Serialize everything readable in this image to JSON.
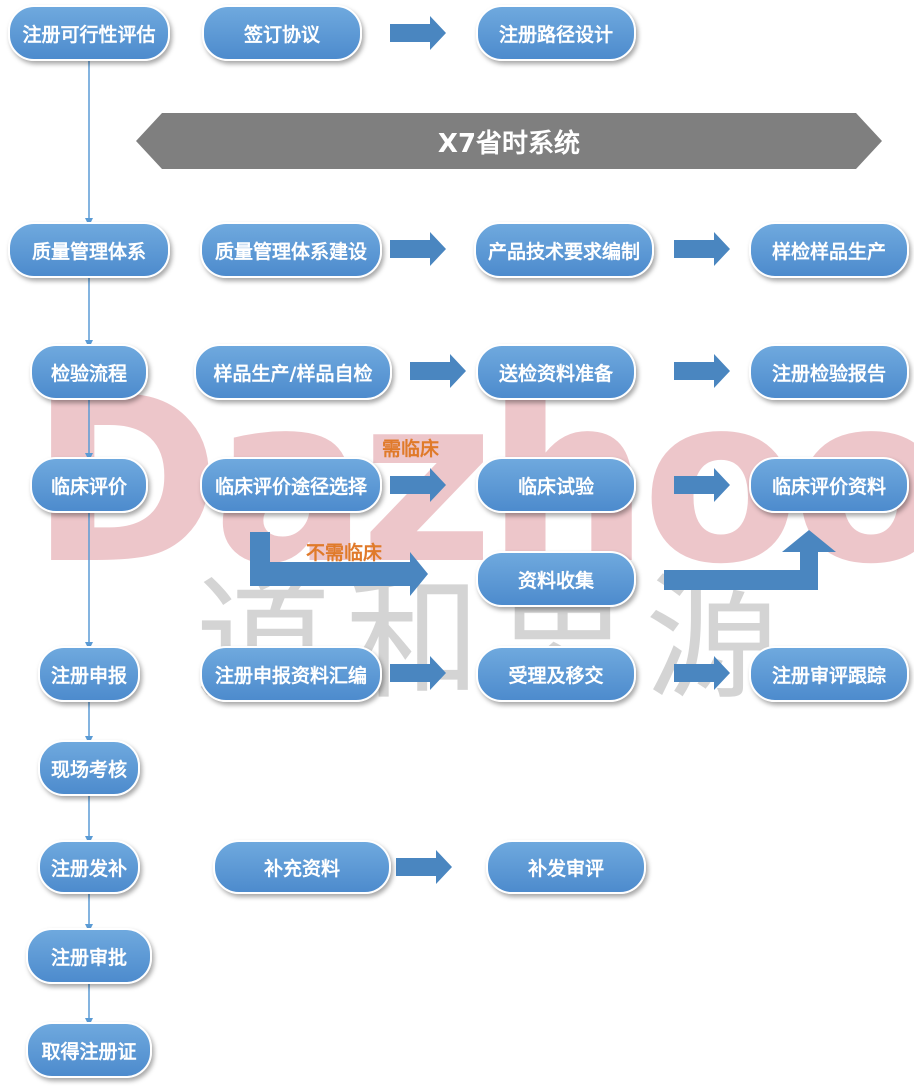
{
  "left_column": {
    "feasibility": "注册可行性评估",
    "qms": "质量管理体系",
    "inspection": "检验流程",
    "clinical": "临床评价",
    "submission": "注册申报",
    "site_audit": "现场考核",
    "supplement_notice": "注册发补",
    "approval": "注册审批",
    "certificate": "取得注册证"
  },
  "row1": {
    "sign_agreement": "签订协议",
    "path_design": "注册路径设计"
  },
  "banner": {
    "text": "X7省时系统"
  },
  "row_qms": {
    "build": "质量管理体系建设",
    "tech_req": "产品技术要求编制",
    "sample_production": "样检样品生产"
  },
  "row_inspection": {
    "self_check": "样品生产/样品自检",
    "prep": "送检资料准备",
    "report": "注册检验报告"
  },
  "row_clinical": {
    "route": "临床评价途径选择",
    "trial": "临床试验",
    "data_collection": "资料收集",
    "materials": "临床评价资料",
    "label_needed": "需临床",
    "label_not_needed": "不需临床"
  },
  "row_submission": {
    "compile": "注册申报资料汇编",
    "accept": "受理及移交",
    "tracking": "注册审评跟踪"
  },
  "row_supplement": {
    "materials": "补充资料",
    "review": "补发审评"
  },
  "watermark": {
    "latin": "Dazhoo",
    "cjk": "道和思源"
  },
  "colors": {
    "node_fill": "#5b9bd5",
    "node_border": "#ffffff",
    "arrow": "#4a86c0",
    "banner": "#7f7f7f",
    "label_orange": "#e07a2a",
    "watermark_pink": "#e3a4ab",
    "watermark_gray": "#9a9a9a"
  }
}
